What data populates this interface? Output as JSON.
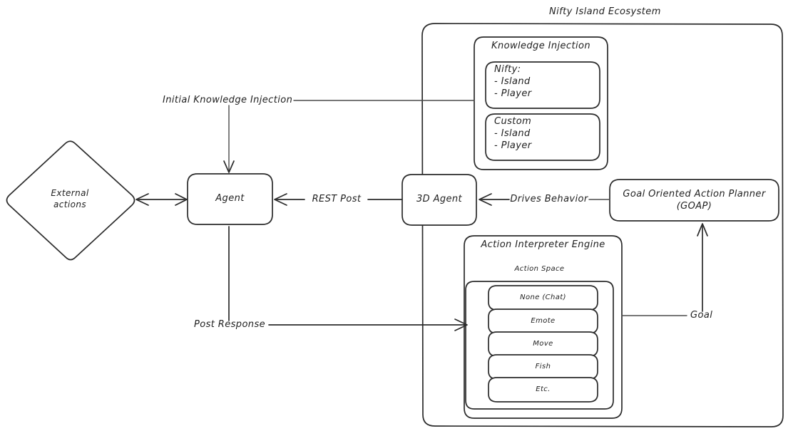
{
  "diagram": {
    "title": "Nifty Island Ecosystem",
    "nodes": {
      "external_actions": "External\nactions",
      "agent": "Agent",
      "agent_3d": "3D Agent",
      "goap": "Goal Oriented Action Planner\n(GOAP)",
      "knowledge_injection": "Knowledge Injection",
      "nifty_block": "Nifty:\n- Island\n- Player",
      "custom_block": "Custom\n- Island\n- Player",
      "action_interpreter_engine": "Action Interpreter Engine",
      "action_space": "Action Space"
    },
    "action_space_items": [
      "None (Chat)",
      "Emote",
      "Move",
      "Fish",
      "Etc."
    ],
    "edge_labels": {
      "initial_knowledge_injection": "Initial Knowledge Injection",
      "rest_post": "REST Post",
      "drives_behavior": "Drives Behavior",
      "post_response": "Post Response",
      "goal": "Goal"
    },
    "colors": {
      "stroke": "#2b2b2b",
      "thin_stroke": "#4a4a4a",
      "background": "#ffffff",
      "text": "#1f1f1f"
    }
  }
}
